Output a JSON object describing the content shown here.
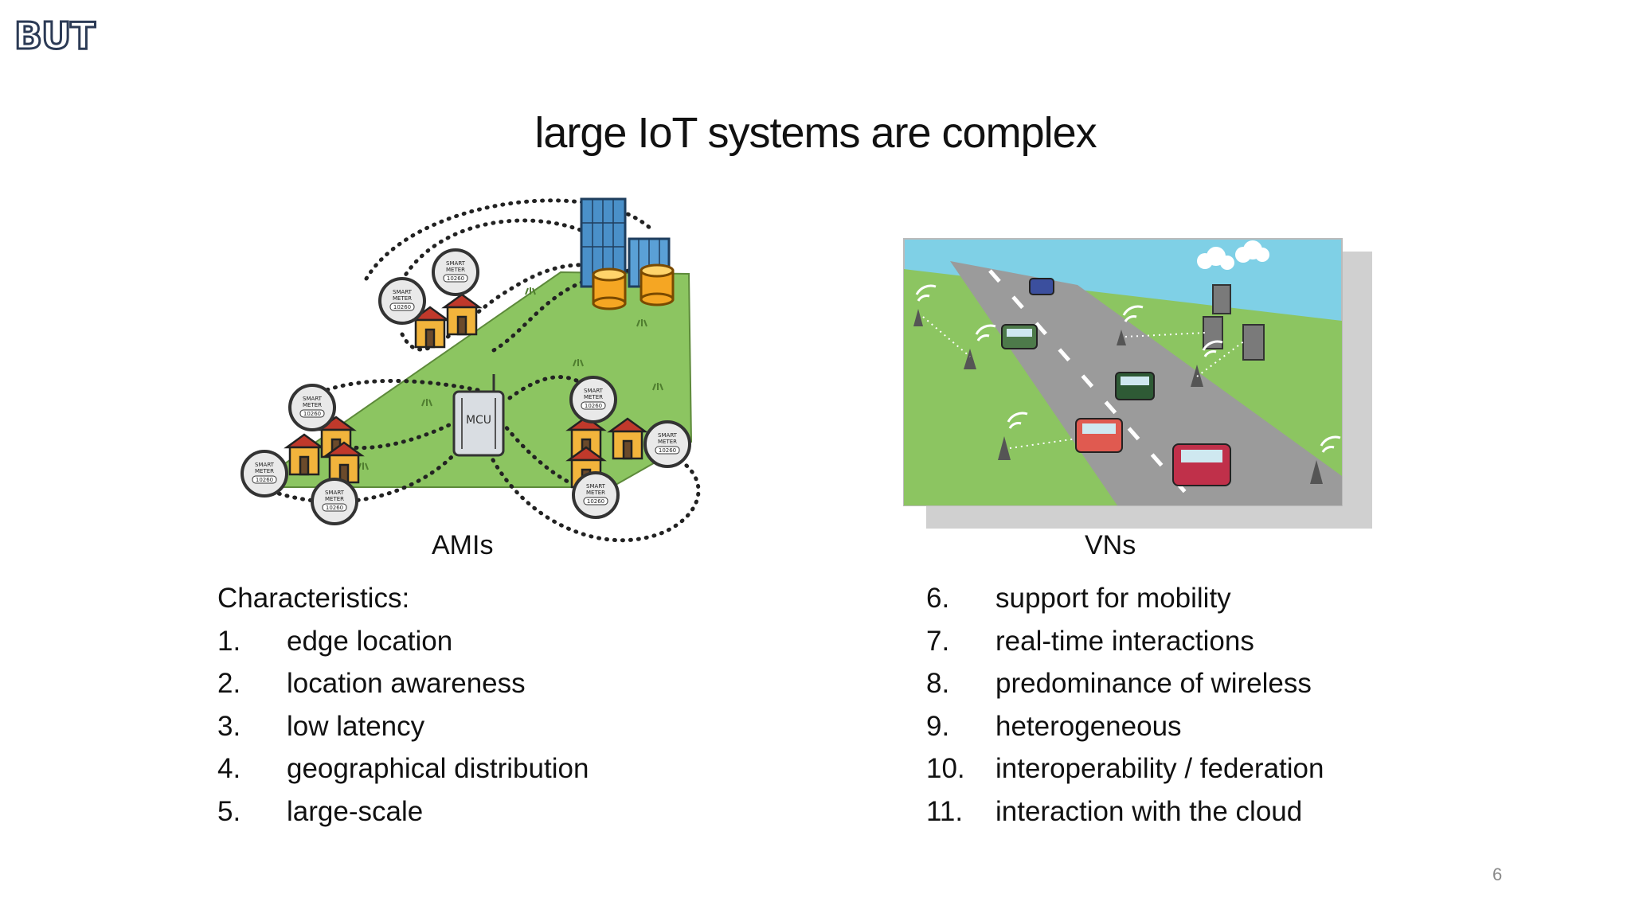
{
  "header": {
    "logo": "BUT"
  },
  "slide": {
    "title": "large IoT systems are complex",
    "left_caption": "AMIs",
    "right_caption": "VNs",
    "characteristics_heading": "Characteristics:",
    "left_list": [
      {
        "num": "1.",
        "text": "edge location"
      },
      {
        "num": "2.",
        "text": "location awareness"
      },
      {
        "num": "3.",
        "text": "low latency"
      },
      {
        "num": "4.",
        "text": "geographical distribution"
      },
      {
        "num": "5.",
        "text": "large-scale"
      }
    ],
    "right_list": [
      {
        "num": "6.",
        "text": "support for mobility"
      },
      {
        "num": "7.",
        "text": "real-time interactions"
      },
      {
        "num": "8.",
        "text": "predominance of wireless"
      },
      {
        "num": "9.",
        "text": "heterogeneous"
      },
      {
        "num": "10.",
        "text": "interoperability / federation"
      },
      {
        "num": "11.",
        "text": "interaction with the cloud"
      }
    ],
    "page_number": "6"
  },
  "figures": {
    "meter_label_line1": "SMART",
    "meter_label_line2": "METER",
    "meter_reading": "10260",
    "mcu_label": "MCU"
  },
  "colors": {
    "grass": "#8cc561",
    "road": "#9b9b9b",
    "sky": "#7fd0e6",
    "building": "#4a90c9",
    "car_red": "#c0304a",
    "text": "#111111",
    "page_number": "#8a8a8a"
  }
}
